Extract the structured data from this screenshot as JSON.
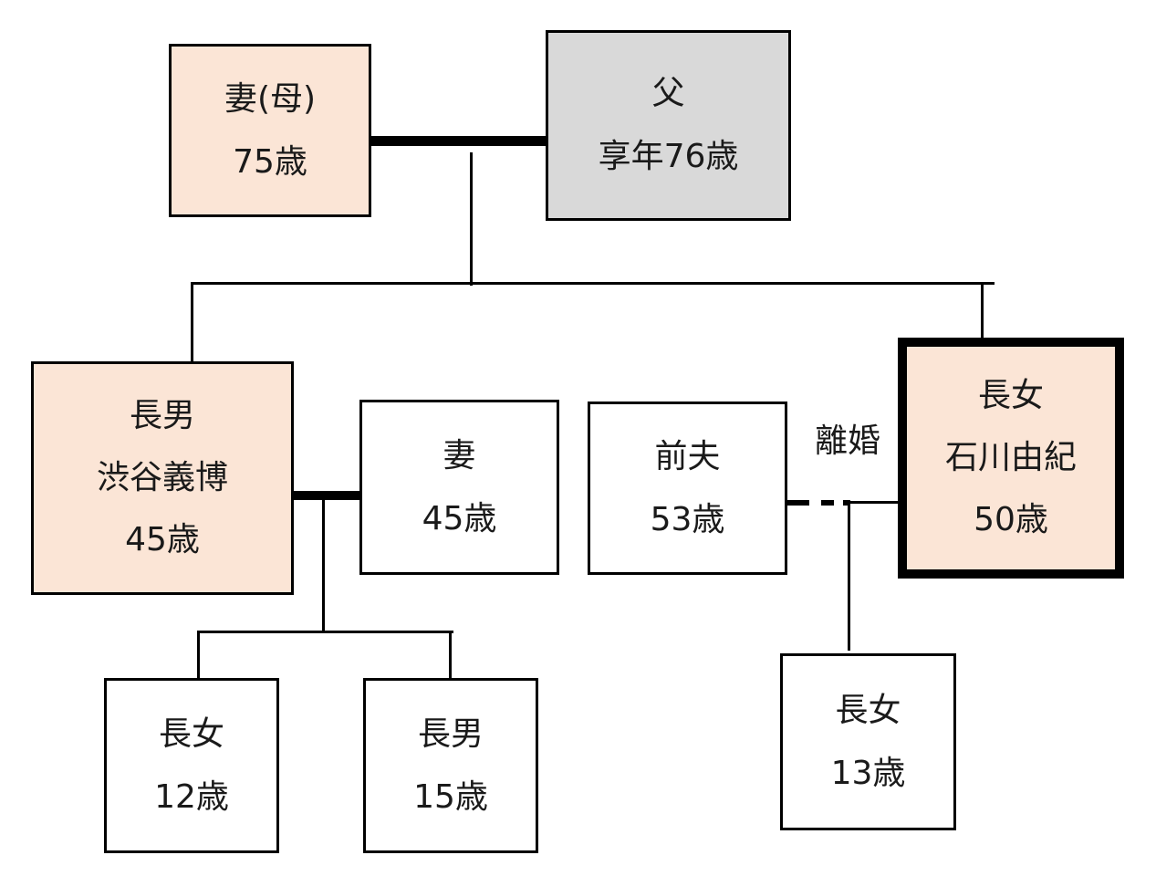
{
  "people": {
    "mother": {
      "relation": "妻(母)",
      "age": "75歳"
    },
    "father": {
      "relation": "父",
      "age": "享年76歳"
    },
    "eldest_son": {
      "relation": "長男",
      "name": "渋谷義博",
      "age": "45歳"
    },
    "son_wife": {
      "relation": "妻",
      "age": "45歳"
    },
    "ex_husband": {
      "relation": "前夫",
      "age": "53歳"
    },
    "eldest_daughter": {
      "relation": "長女",
      "name": "石川由紀",
      "age": "50歳"
    },
    "grand_daughter_a": {
      "relation": "長女",
      "age": "12歳"
    },
    "grand_son": {
      "relation": "長男",
      "age": "15歳"
    },
    "grand_daughter_b": {
      "relation": "長女",
      "age": "13歳"
    }
  },
  "divorce_label": "離婚",
  "colors": {
    "highlight": "#fbe5d6",
    "deceased": "#d9d9d9",
    "line": "#000000"
  }
}
